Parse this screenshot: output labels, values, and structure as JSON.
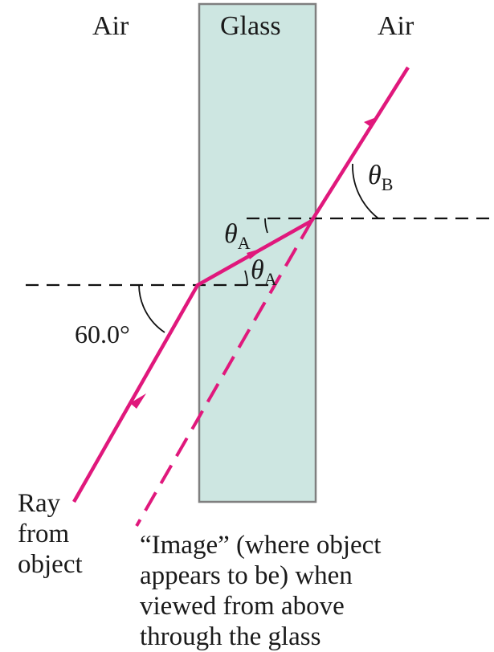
{
  "regions": {
    "left": "Air",
    "center": "Glass",
    "right": "Air"
  },
  "angle_labels": {
    "incidence": "60.0°",
    "theta_symbol": "θ",
    "theta_a_sub": "A",
    "theta_b_sub": "B"
  },
  "ray_label": [
    "Ray",
    "from",
    "object"
  ],
  "image_label": [
    "“Image” (where object",
    "appears to be) when",
    "viewed from above",
    "through the glass"
  ],
  "colors": {
    "glass_fill": "#cde6e1",
    "glass_border": "#7f7f7f",
    "ray": "#e0187c",
    "dashed_line": "#111111",
    "text": "#1a1a1a"
  }
}
